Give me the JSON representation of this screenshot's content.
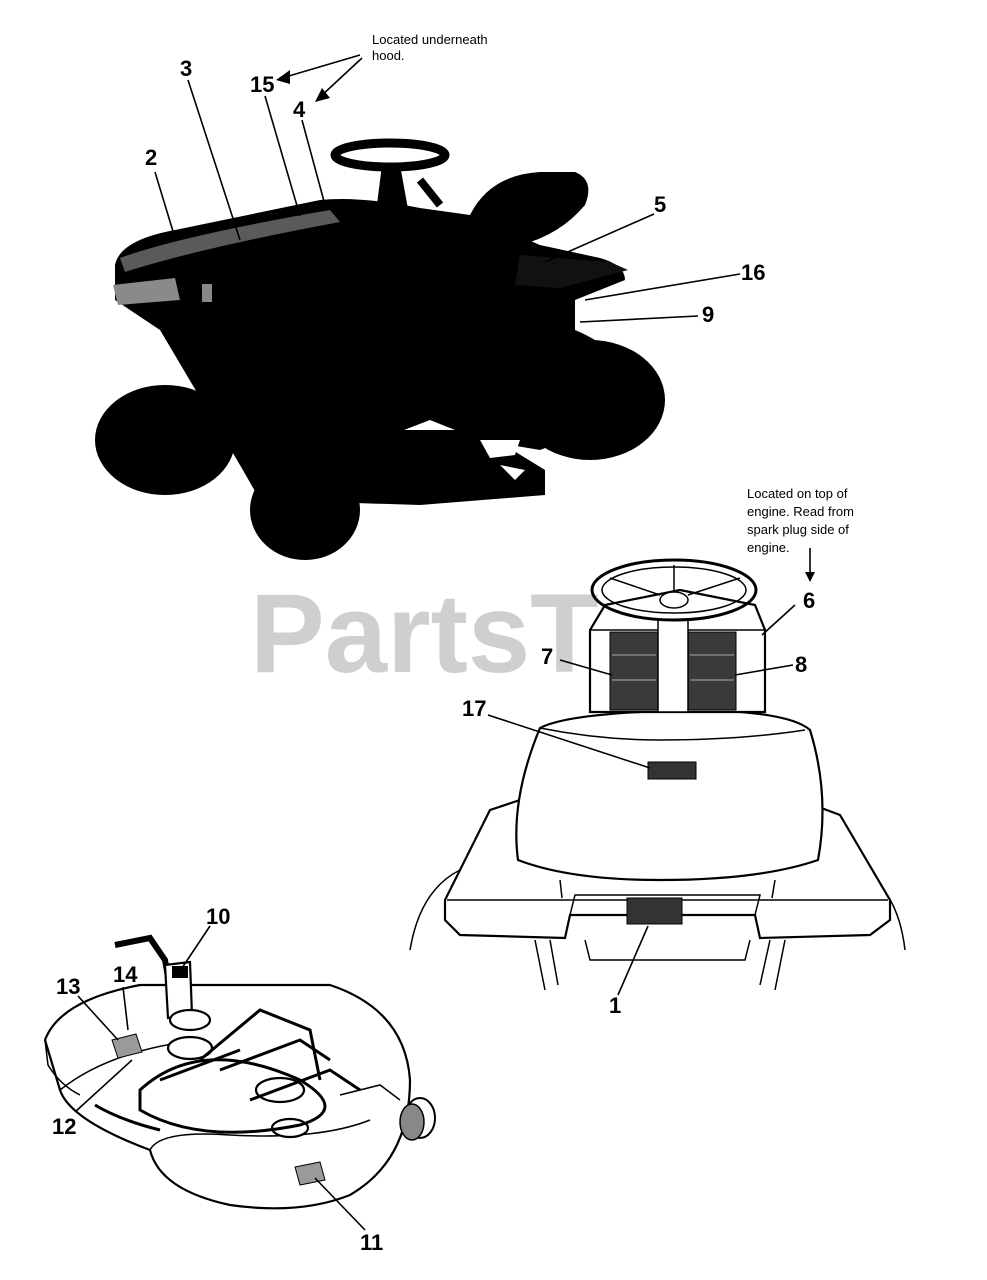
{
  "watermark": "PartsTr",
  "notes": {
    "hood_line1": "Located underneath",
    "hood_line2": "hood.",
    "engine_line1": "Located on top of",
    "engine_line2": "engine. Read from",
    "engine_line3": "spark plug side of",
    "engine_line4": "engine."
  },
  "callouts": [
    "1",
    "2",
    "3",
    "4",
    "5",
    "6",
    "7",
    "8",
    "9",
    "10",
    "11",
    "12",
    "13",
    "14",
    "15",
    "16",
    "17"
  ],
  "colors": {
    "silhouette": "#000000",
    "decal": "#333333",
    "watermark": "#cfcfcf"
  }
}
